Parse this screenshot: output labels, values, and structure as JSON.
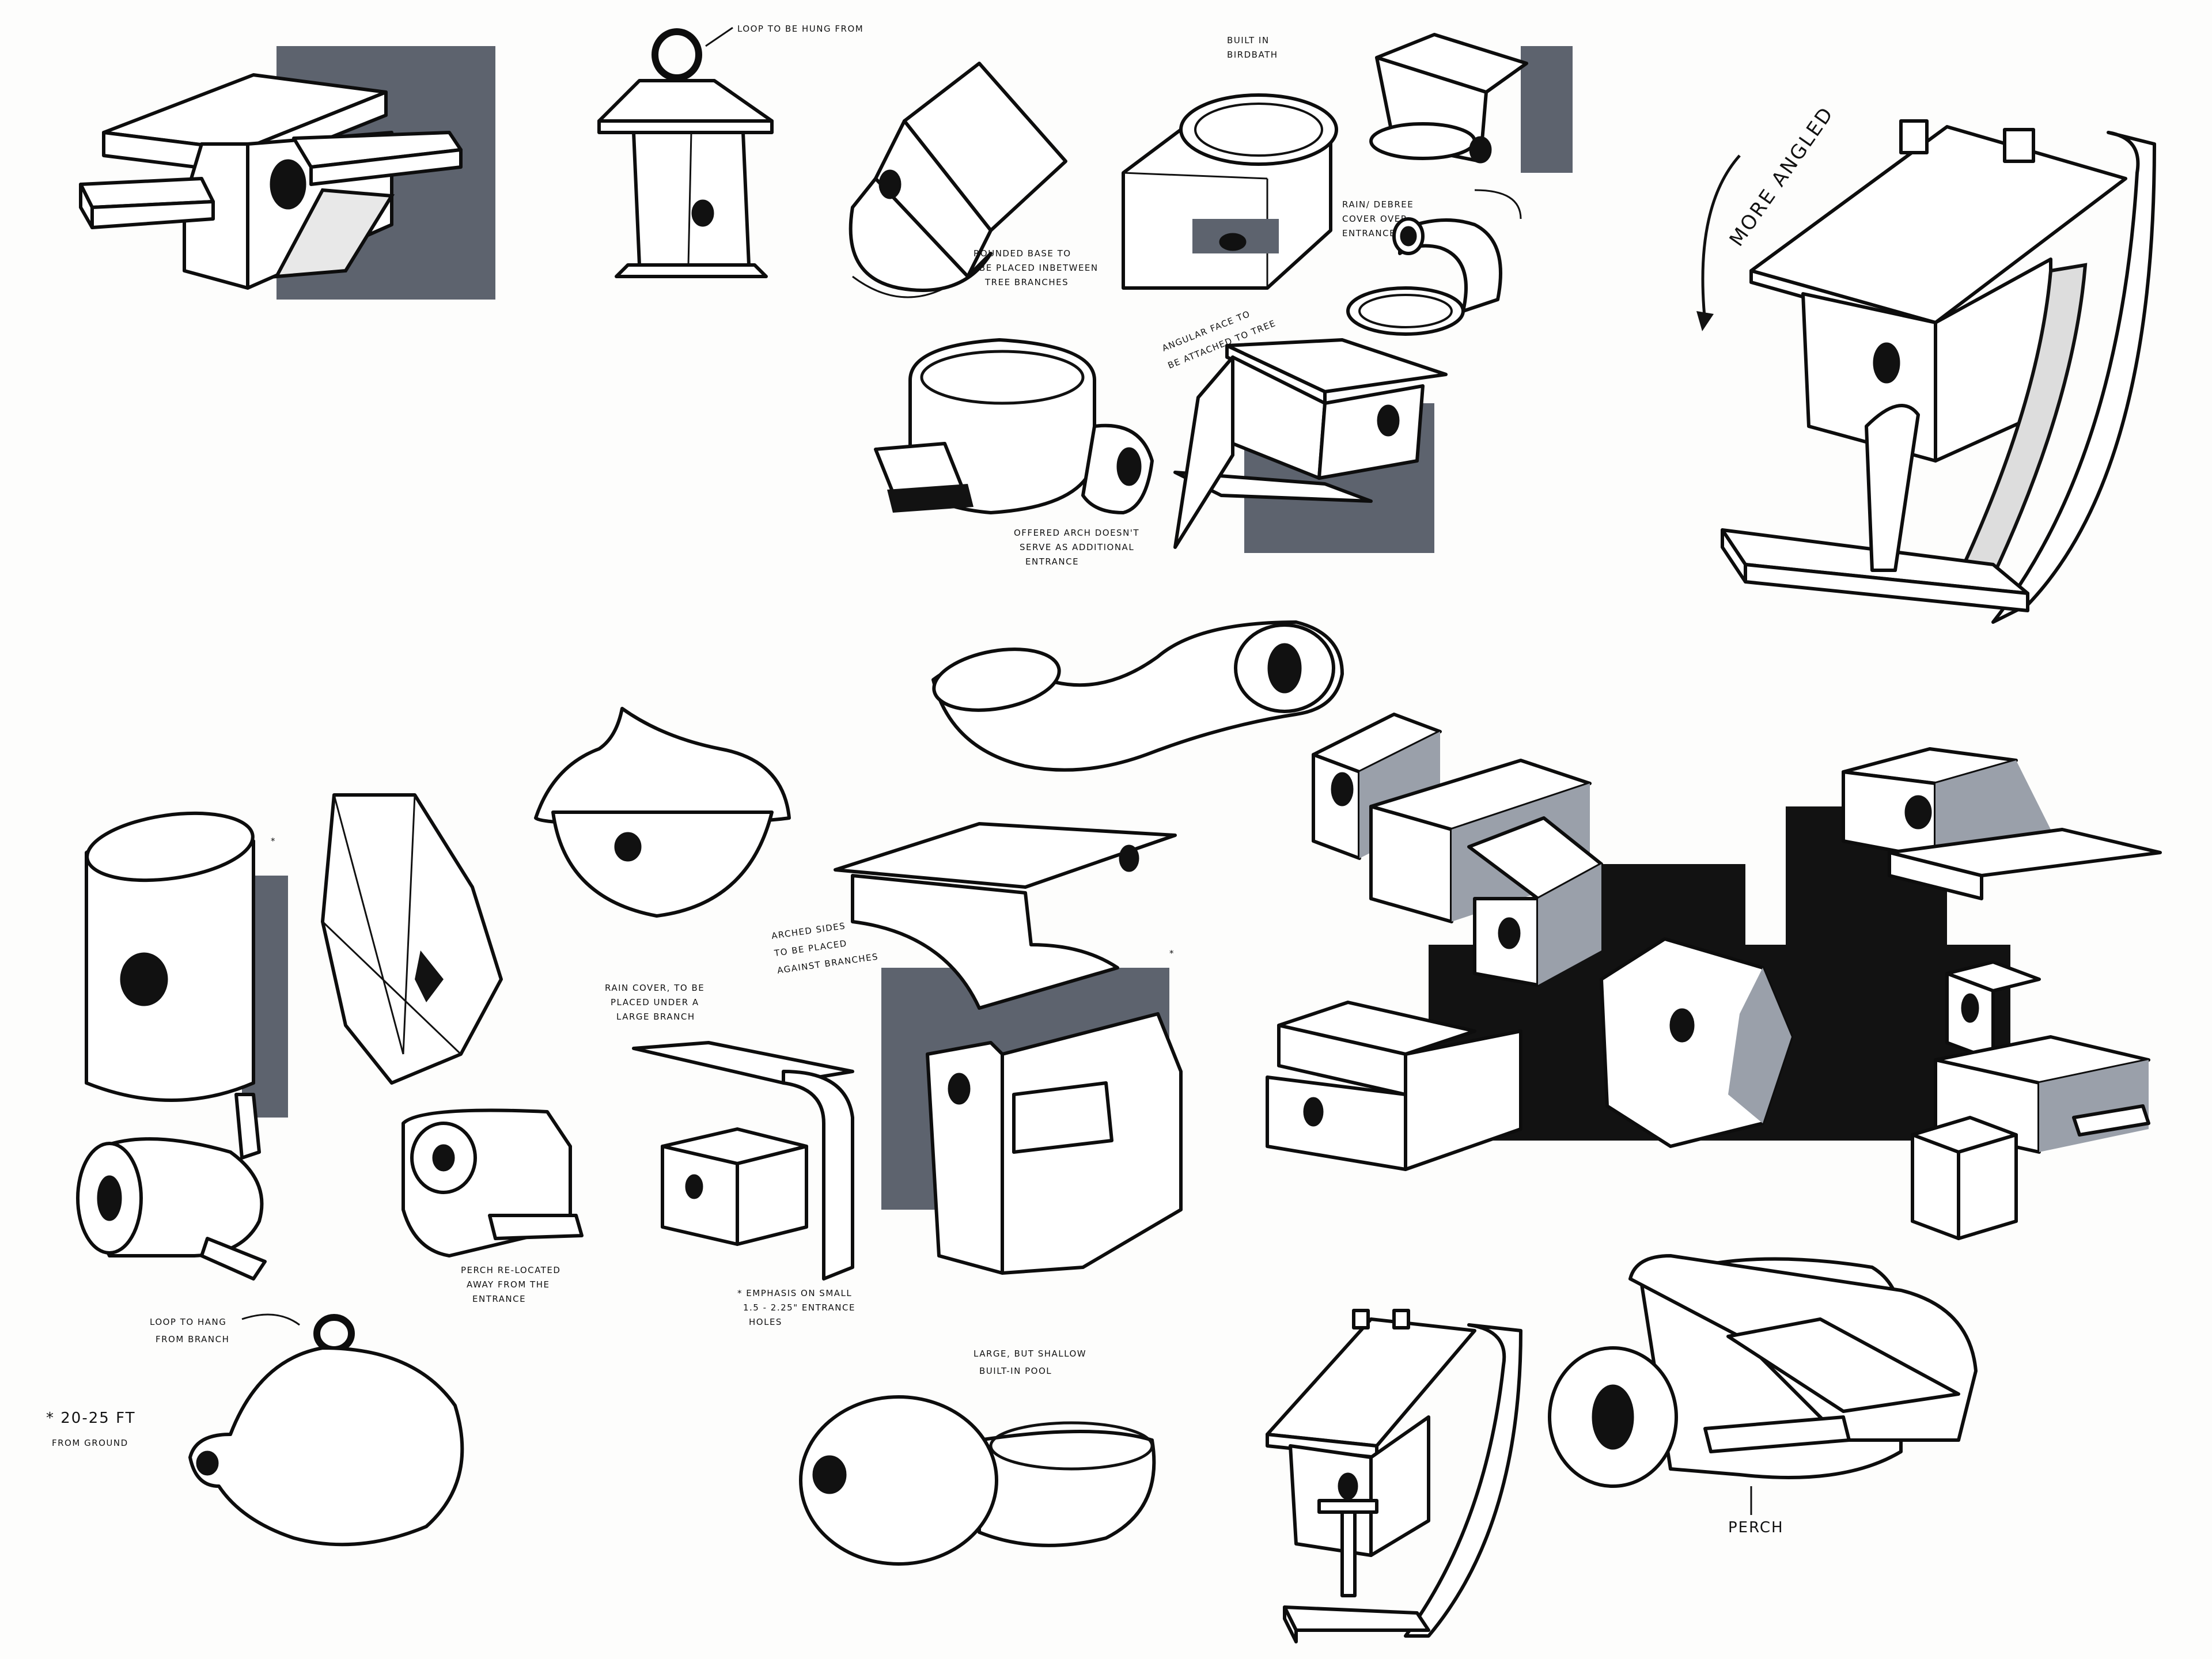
{
  "annotations": {
    "loop_hang": "Loop to be hung from",
    "birdbath_1": "Built in",
    "birdbath_2": "Birdbath",
    "rounded_1": "Rounded base to",
    "rounded_2": "be placed inbetween",
    "rounded_3": "tree branches",
    "rain_1": "Rain/ debree",
    "rain_2": "cover over",
    "rain_3": "entrance",
    "angular_1": "Angular face to",
    "angular_2": "be attached to tree",
    "arch_1": "Offered arch doesn't",
    "arch_2": "serve as additional",
    "arch_3": "entrance",
    "more_angled": "More angled",
    "arched_1": "Arched sides",
    "arched_2": "to be placed",
    "arched_3": "against branches",
    "raincover_1": "Rain cover, to be",
    "raincover_2": "placed under a",
    "raincover_3": "large branch",
    "perch_1": "Perch re-located",
    "perch_2": "away from the",
    "perch_3": "entrance",
    "emph_1": "* Emphasis on small",
    "emph_2": "1.5 - 2.25\" entrance",
    "emph_3": "holes",
    "loopbranch_1": "Loop to hang",
    "loopbranch_2": "from branch",
    "height_1": "* 20-25 ft",
    "height_2": "from ground",
    "pool_1": "Large, but shallow",
    "pool_2": "built-in pool",
    "perch_label": "Perch",
    "star": "*"
  }
}
